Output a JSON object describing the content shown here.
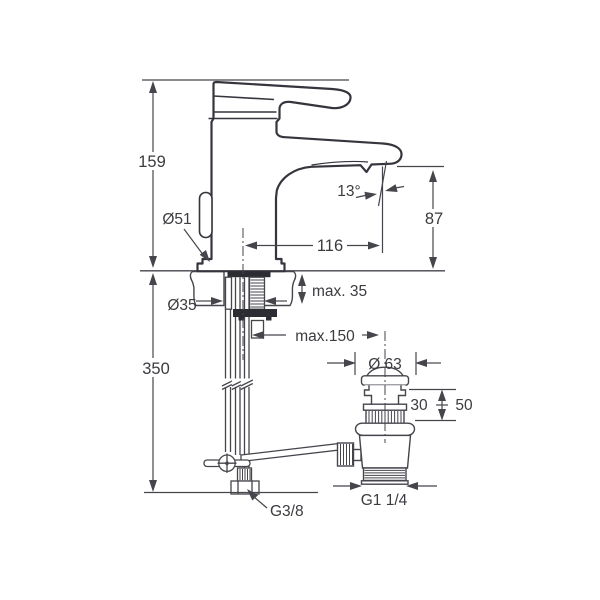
{
  "labels": {
    "height_total": "159",
    "projection": "116",
    "spout_height": "87",
    "spout_angle": "13°",
    "body_diameter": "Ø51",
    "deck_thickness_max": "max. 35",
    "hole_diameter": "Ø35",
    "below_deck_depth": "350",
    "rod_length_max": "max.150",
    "waste_cap_diameter": "Ø 63",
    "waste_deck_min": "30",
    "waste_deck_max": "50",
    "waste_thread": "G1 1/4",
    "supply_thread": "G3/8"
  },
  "colors": {
    "outline": "#35353d",
    "thin_line": "#45454c",
    "text": "#3b3b40",
    "background": "#ffffff"
  }
}
